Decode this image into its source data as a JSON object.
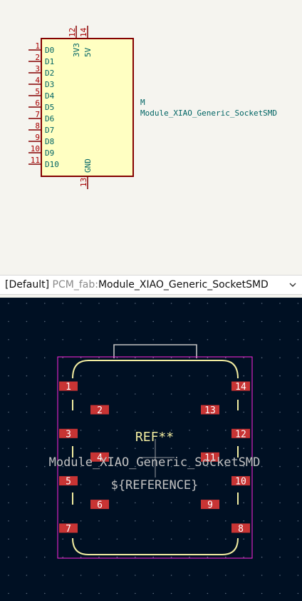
{
  "schematic": {
    "ref": "M",
    "value": "Module_XIAO_Generic_SocketSMD",
    "left_pins": [
      {
        "num": "1",
        "name": "D0"
      },
      {
        "num": "2",
        "name": "D1"
      },
      {
        "num": "3",
        "name": "D2"
      },
      {
        "num": "4",
        "name": "D3"
      },
      {
        "num": "5",
        "name": "D4"
      },
      {
        "num": "6",
        "name": "D5"
      },
      {
        "num": "7",
        "name": "D6"
      },
      {
        "num": "8",
        "name": "D7"
      },
      {
        "num": "9",
        "name": "D8"
      },
      {
        "num": "10",
        "name": "D9"
      },
      {
        "num": "11",
        "name": "D10"
      }
    ],
    "top_pins": [
      {
        "num": "12",
        "name": "3V3"
      },
      {
        "num": "14",
        "name": "5V"
      }
    ],
    "bottom_pin": {
      "num": "13",
      "name": "GND"
    },
    "colors": {
      "body_fill": "#ffffc2",
      "body_stroke": "#840000",
      "pin_num": "#a90000",
      "pin_name": "#006464",
      "field_text": "#006464"
    }
  },
  "selector": {
    "prefix": "[Default]",
    "library": "PCM_fab:",
    "footprint": "Module_XIAO_Generic_SocketSMD",
    "icon": "chevron-down-icon"
  },
  "footprint": {
    "ref_text": "REF**",
    "value_text": "Module_XIAO_Generic_SocketSMD",
    "ref_field_text": "${REFERENCE}",
    "left_outer_pads": [
      "1",
      "3",
      "5",
      "7"
    ],
    "left_inner_pads": [
      "2",
      "4",
      "6"
    ],
    "right_outer_pads": [
      "14",
      "12",
      "10",
      "8"
    ],
    "right_inner_pads": [
      "13",
      "11",
      "9"
    ],
    "colors": {
      "background": "#001023",
      "pad": "#c83434",
      "pad_text": "#ffffff",
      "silkscreen": "#f2eda1",
      "courtyard": "#ff26e2",
      "fab": "#c2c2c2",
      "grid_dot": "#5a6a7d"
    }
  }
}
